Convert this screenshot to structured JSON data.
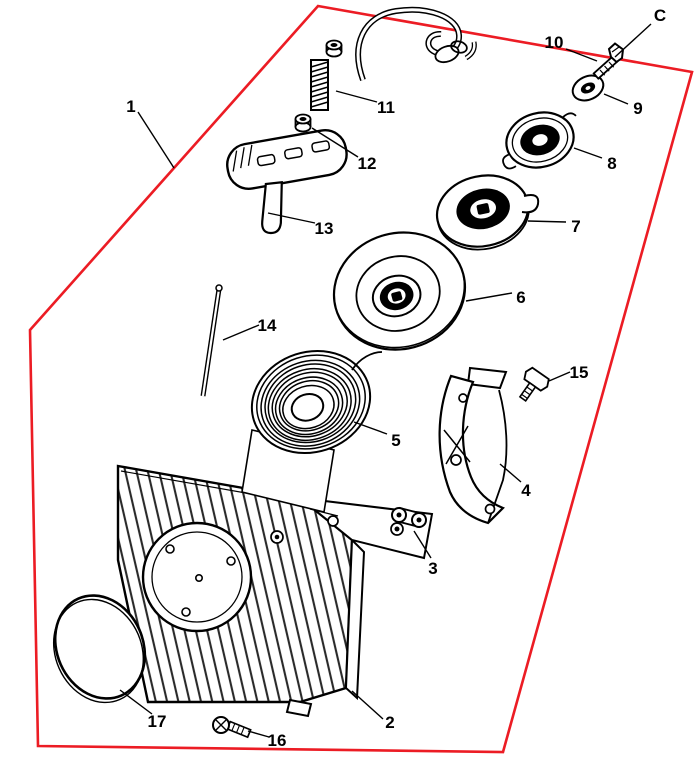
{
  "diagram": {
    "border_color": "#ec1c24",
    "line_color": "#000000",
    "callouts": [
      {
        "label": "1"
      },
      {
        "label": "2"
      },
      {
        "label": "3"
      },
      {
        "label": "4"
      },
      {
        "label": "5"
      },
      {
        "label": "6"
      },
      {
        "label": "7"
      },
      {
        "label": "8"
      },
      {
        "label": "9"
      },
      {
        "label": "10"
      },
      {
        "label": "11"
      },
      {
        "label": "12"
      },
      {
        "label": "13"
      },
      {
        "label": "14"
      },
      {
        "label": "15"
      },
      {
        "label": "16"
      },
      {
        "label": "17"
      },
      {
        "label": "C"
      }
    ]
  }
}
